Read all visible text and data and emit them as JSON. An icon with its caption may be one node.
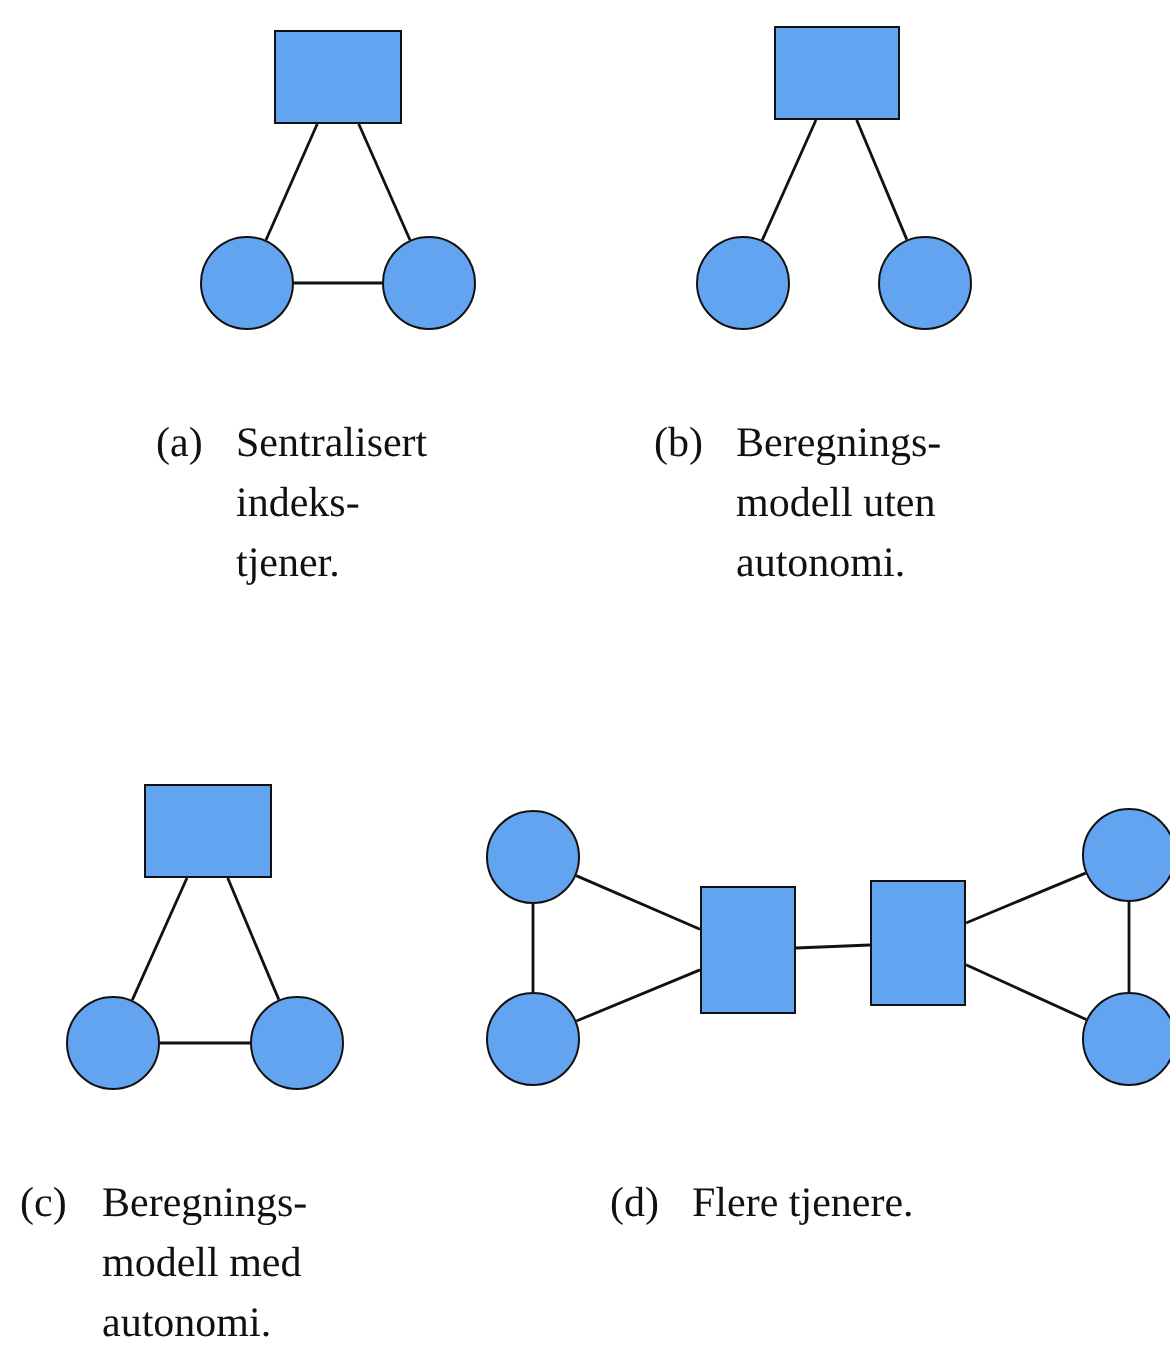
{
  "diagram": {
    "nodes": [
      {
        "text": [],
        "shape": "box"
      },
      {
        "text": [],
        "shape": "circle"
      },
      {
        "text": [],
        "shape": "circle"
      },
      {
        "text": [],
        "shape": "box"
      },
      {
        "text": [],
        "shape": "circle"
      },
      {
        "text": [],
        "shape": "circle"
      },
      {
        "text": [],
        "shape": "box"
      },
      {
        "text": [],
        "shape": "circle"
      },
      {
        "text": [],
        "shape": "circle"
      },
      {
        "text": [],
        "shape": "circle"
      },
      {
        "text": [],
        "shape": "circle"
      },
      {
        "text": [],
        "shape": "box"
      },
      {
        "text": [],
        "shape": "box"
      },
      {
        "text": [],
        "shape": "circle"
      },
      {
        "text": [],
        "shape": "circle"
      }
    ],
    "edges": [
      {
        "from": 0,
        "to": 1,
        "arrow": "none"
      },
      {
        "from": 0,
        "to": 2,
        "arrow": "none"
      },
      {
        "from": 1,
        "to": 2,
        "arrow": "none"
      },
      {
        "from": 3,
        "to": 4,
        "arrow": "none"
      },
      {
        "from": 3,
        "to": 5,
        "arrow": "none"
      },
      {
        "from": 6,
        "to": 7,
        "arrow": "none"
      },
      {
        "from": 6,
        "to": 8,
        "arrow": "none"
      },
      {
        "from": 7,
        "to": 8,
        "arrow": "none"
      },
      {
        "from": 9,
        "to": 10,
        "arrow": "none"
      },
      {
        "from": 9,
        "to": 11,
        "arrow": "none"
      },
      {
        "from": 10,
        "to": 11,
        "arrow": "none"
      },
      {
        "from": 11,
        "to": 12,
        "arrow": "none"
      },
      {
        "from": 12,
        "to": 13,
        "arrow": "none"
      },
      {
        "from": 12,
        "to": 14,
        "arrow": "none"
      },
      {
        "from": 13,
        "to": 14,
        "arrow": "none"
      }
    ],
    "labels": [
      "(a)",
      "Sentralisert indeks- tjener.",
      "(b)",
      "Beregnings- modell uten autonomi.",
      "(c)",
      "Beregnings- modell med autonomi.",
      "(d)",
      "Flere tjenere."
    ]
  }
}
